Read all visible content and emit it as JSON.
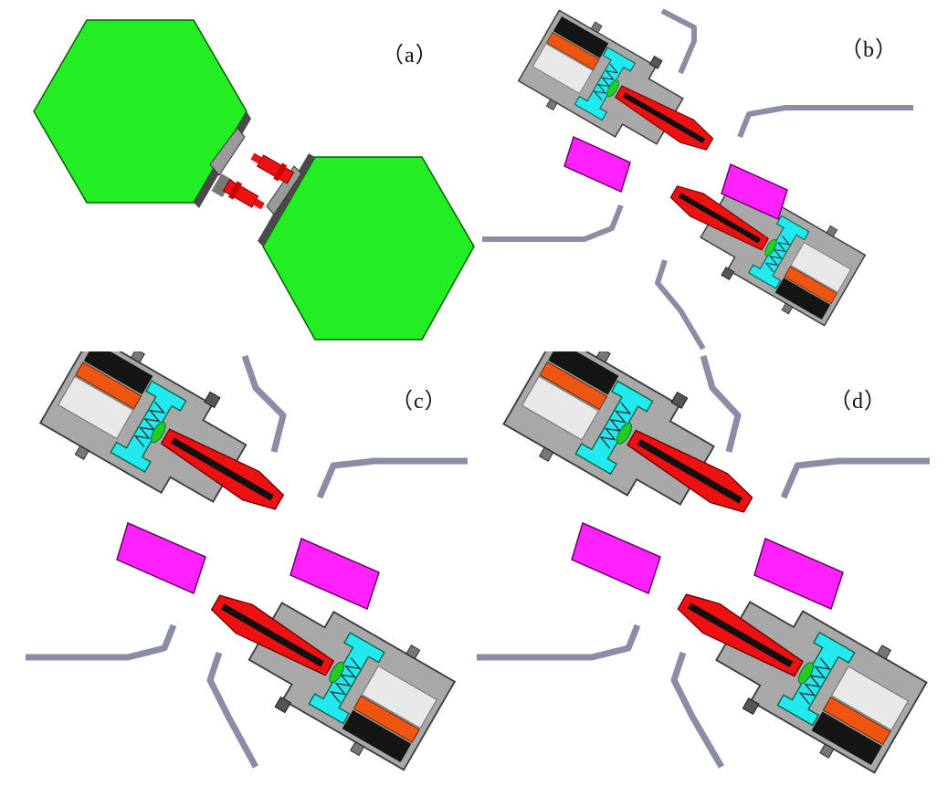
{
  "panels": {
    "a": {
      "label": "（a）"
    },
    "b": {
      "label": "（b）"
    },
    "c": {
      "label": "（c）"
    },
    "d": {
      "label": "（d）"
    }
  },
  "colors": {
    "hexagon_green": "#22ee22",
    "dock_red": "#ee1111",
    "housing_gray": "#a8a8a8",
    "sealing_cyan": "#22e8f0",
    "magenta_block": "#ff22ff",
    "orange_part": "#ee5511",
    "black_part": "#151515",
    "pipe_blue_gray": "#8c8ca6"
  }
}
